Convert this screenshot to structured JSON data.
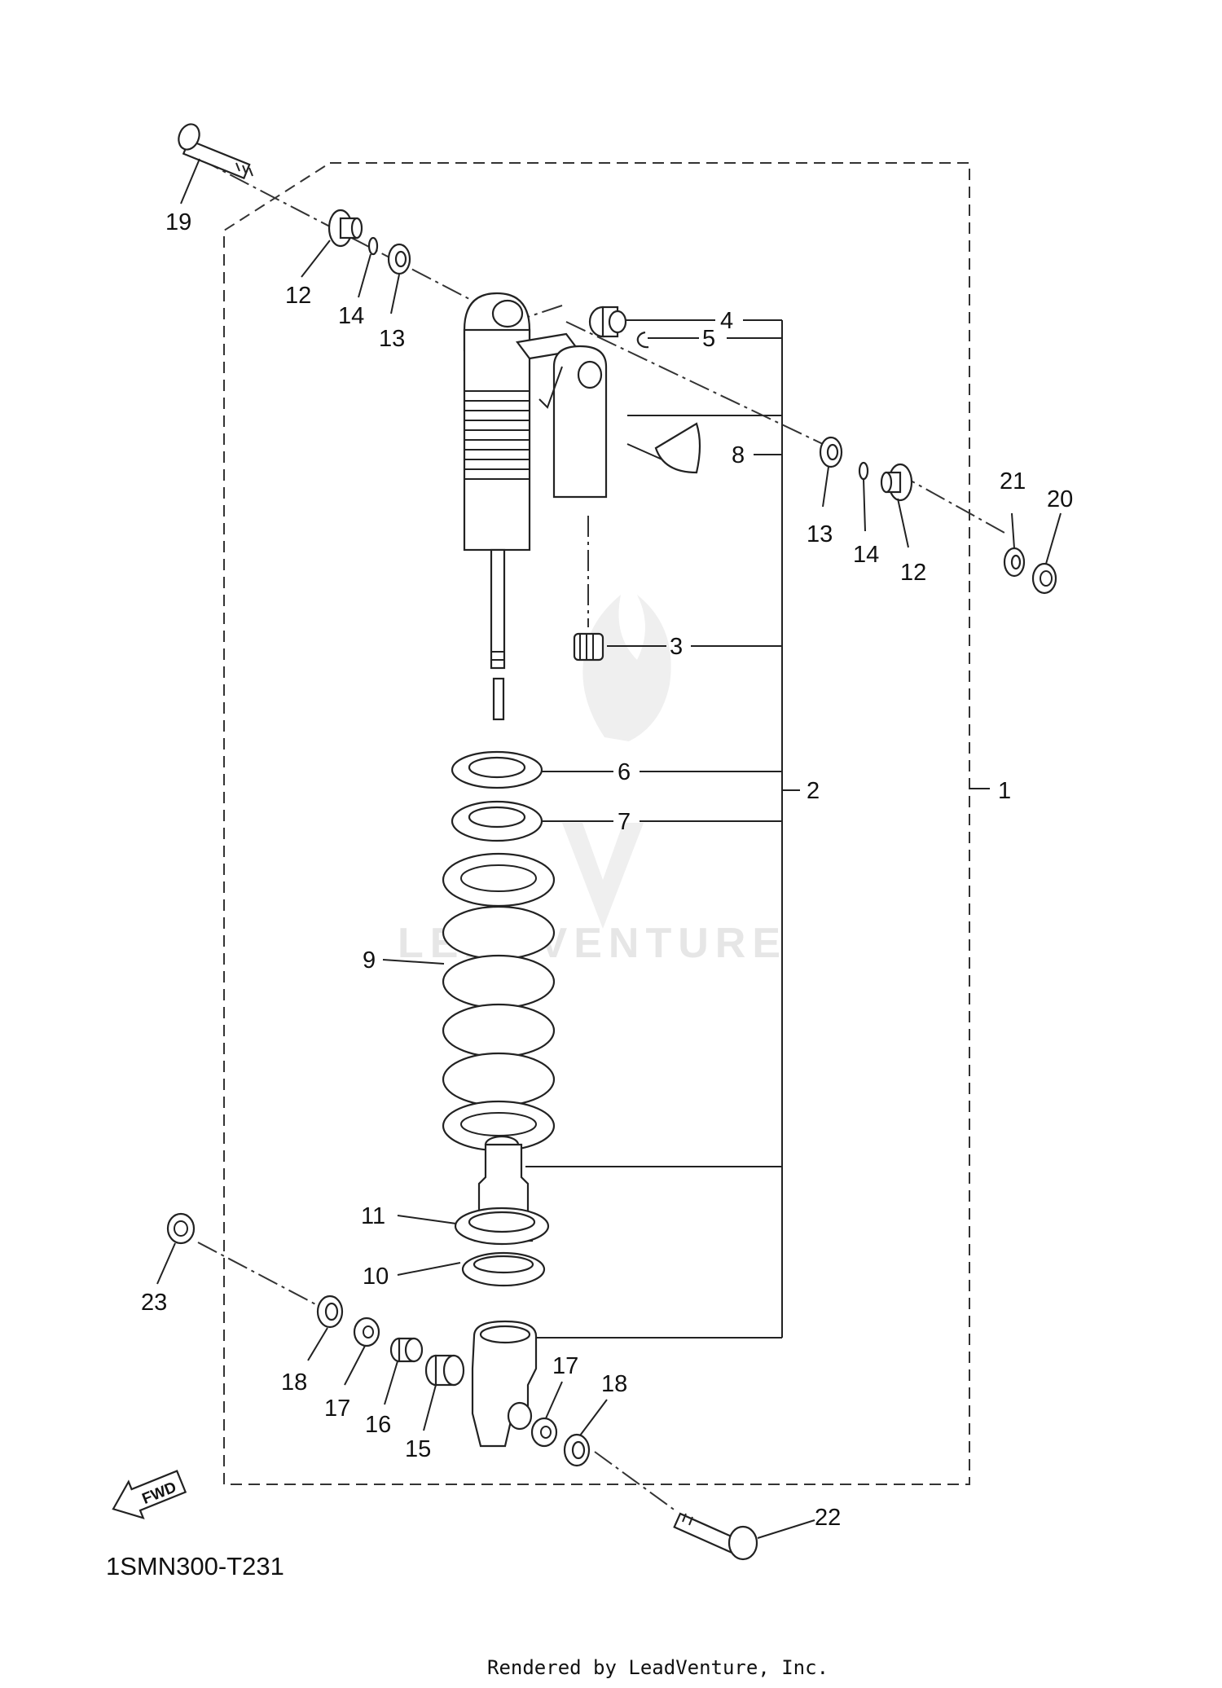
{
  "watermark": {
    "text": "LEADVENTURE"
  },
  "diagram_code": "1SMN300-T231",
  "fwd_label": "FWD",
  "footer": "Rendered by LeadVenture, Inc.",
  "callouts": [
    {
      "id": "c1",
      "text": "1"
    },
    {
      "id": "c2",
      "text": "2"
    },
    {
      "id": "c3",
      "text": "3"
    },
    {
      "id": "c4",
      "text": "4"
    },
    {
      "id": "c5",
      "text": "5"
    },
    {
      "id": "c6",
      "text": "6"
    },
    {
      "id": "c7",
      "text": "7"
    },
    {
      "id": "c8",
      "text": "8"
    },
    {
      "id": "c9",
      "text": "9"
    },
    {
      "id": "c10",
      "text": "10"
    },
    {
      "id": "c11",
      "text": "11"
    },
    {
      "id": "c12a",
      "text": "12"
    },
    {
      "id": "c12b",
      "text": "12"
    },
    {
      "id": "c13a",
      "text": "13"
    },
    {
      "id": "c13b",
      "text": "13"
    },
    {
      "id": "c14a",
      "text": "14"
    },
    {
      "id": "c14b",
      "text": "14"
    },
    {
      "id": "c15",
      "text": "15"
    },
    {
      "id": "c16",
      "text": "16"
    },
    {
      "id": "c17a",
      "text": "17"
    },
    {
      "id": "c17b",
      "text": "17"
    },
    {
      "id": "c18a",
      "text": "18"
    },
    {
      "id": "c18b",
      "text": "18"
    },
    {
      "id": "c19",
      "text": "19"
    },
    {
      "id": "c20",
      "text": "20"
    },
    {
      "id": "c21",
      "text": "21"
    },
    {
      "id": "c22",
      "text": "22"
    },
    {
      "id": "c23",
      "text": "23"
    }
  ]
}
